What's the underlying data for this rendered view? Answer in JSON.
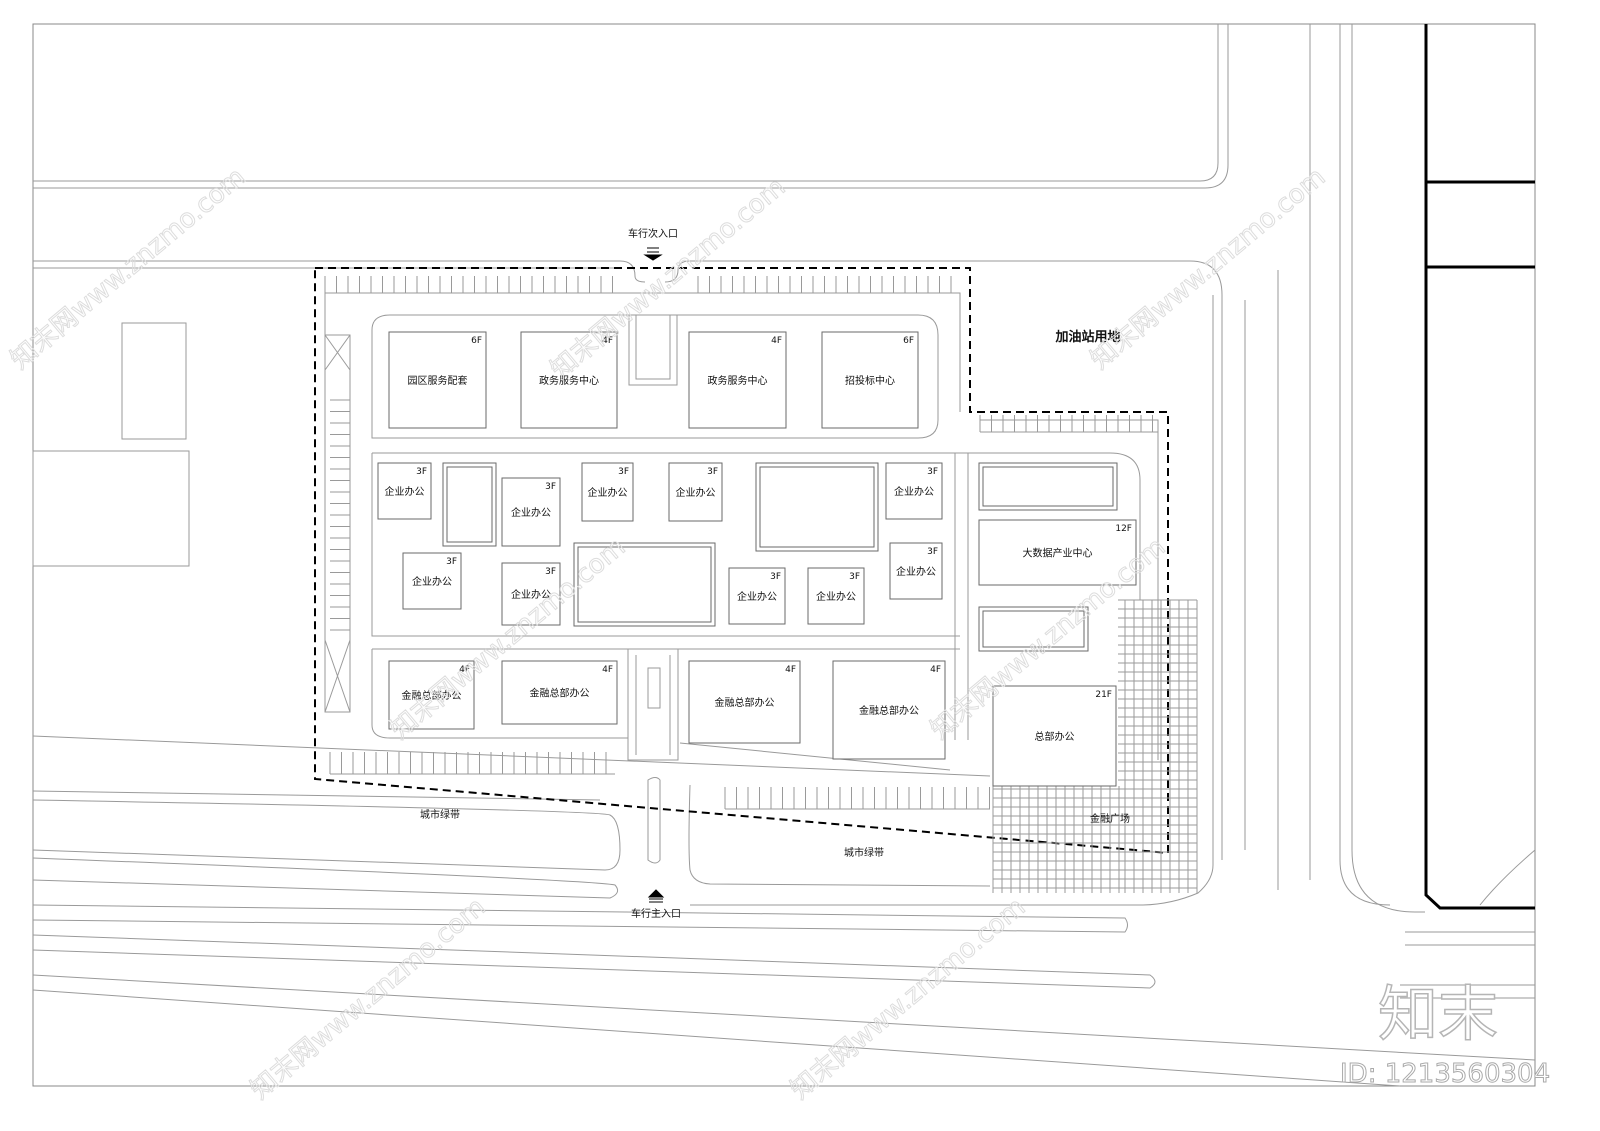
{
  "annotations": {
    "secondary_entrance": "车行次入口",
    "main_entrance": "车行主入口",
    "gas_station_land": "加油站用地",
    "green_belt_left": "城市绿带",
    "green_belt_right": "城市绿带",
    "finance_plaza": "金融广场"
  },
  "buildings": [
    {
      "label": "园区服务配套",
      "floors": "6F"
    },
    {
      "label": "政务服务中心",
      "floors": "4F"
    },
    {
      "label": "政务服务中心",
      "floors": "4F"
    },
    {
      "label": "招投标中心",
      "floors": "6F"
    },
    {
      "label": "企业办公",
      "floors": "3F"
    },
    {
      "label": "企业办公",
      "floors": "3F"
    },
    {
      "label": "企业办公",
      "floors": "3F"
    },
    {
      "label": "企业办公",
      "floors": "3F"
    },
    {
      "label": "企业办公",
      "floors": "3F"
    },
    {
      "label": "企业办公",
      "floors": "3F"
    },
    {
      "label": "企业办公",
      "floors": "3F"
    },
    {
      "label": "企业办公",
      "floors": "3F"
    },
    {
      "label": "企业办公",
      "floors": "3F"
    },
    {
      "label": "企业办公",
      "floors": "3F"
    },
    {
      "label": "金融总部办公",
      "floors": "4F"
    },
    {
      "label": "金融总部办公",
      "floors": "4F"
    },
    {
      "label": "金融总部办公",
      "floors": "4F"
    },
    {
      "label": "金融总部办公",
      "floors": "4F"
    },
    {
      "label": "大数据产业中心",
      "floors": "12F"
    },
    {
      "label": "总部办公",
      "floors": "21F"
    }
  ],
  "watermark": {
    "logo": "知末",
    "id": "ID: 1213560304",
    "site": "知末网www.znzmo.com"
  },
  "colors": {
    "line": "#9a9a9a",
    "building": "#6a6a6a",
    "boundary": "#000000"
  }
}
